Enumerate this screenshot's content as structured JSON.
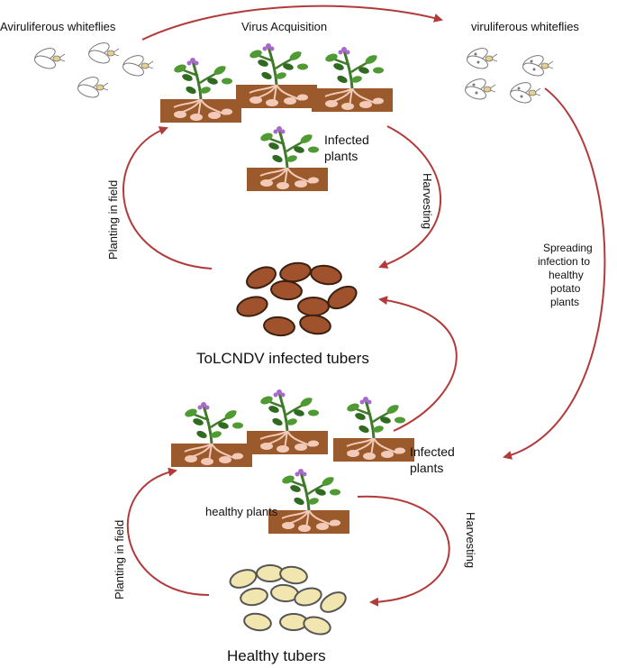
{
  "labels": {
    "aviruliferous_whiteflies": "Aviruliferous whiteflies",
    "virus_acquisition": "Virus Acquisition",
    "viruliferous_whiteflies": "viruliferous whiteflies",
    "infected_plants_top_1": "Infected",
    "infected_plants_top_2": "plants",
    "harvesting_top": "Harvesting",
    "planting_top": "Planting in field",
    "spreading_1": "Spreading",
    "spreading_2": "infection to",
    "spreading_3": "healthy",
    "spreading_4": "potato",
    "spreading_5": "plants",
    "infected_tubers": "ToLCNDV infected tubers",
    "infected_plants_bottom_1": "Infected",
    "infected_plants_bottom_2": "plants",
    "healthy_plants": "healthy plants",
    "harvesting_bottom": "Harvesting",
    "planting_bottom": "Planting in field",
    "healthy_tubers": "Healthy tubers"
  },
  "colors": {
    "arrow": "#b33a3a",
    "soil": "#9a5a2c",
    "stem": "#3f7a2a",
    "leaf": "#4f9a33",
    "leaf_dark": "#2f6a20",
    "flower": "#a86ac8",
    "root": "#f3c9b8",
    "tuber_infected": "#a0522d",
    "tuber_healthy": "#f2e6b0"
  },
  "icons": {
    "whitefly": "whitefly-icon",
    "plant": "potato-plant-icon",
    "tuber": "tuber-icon"
  }
}
